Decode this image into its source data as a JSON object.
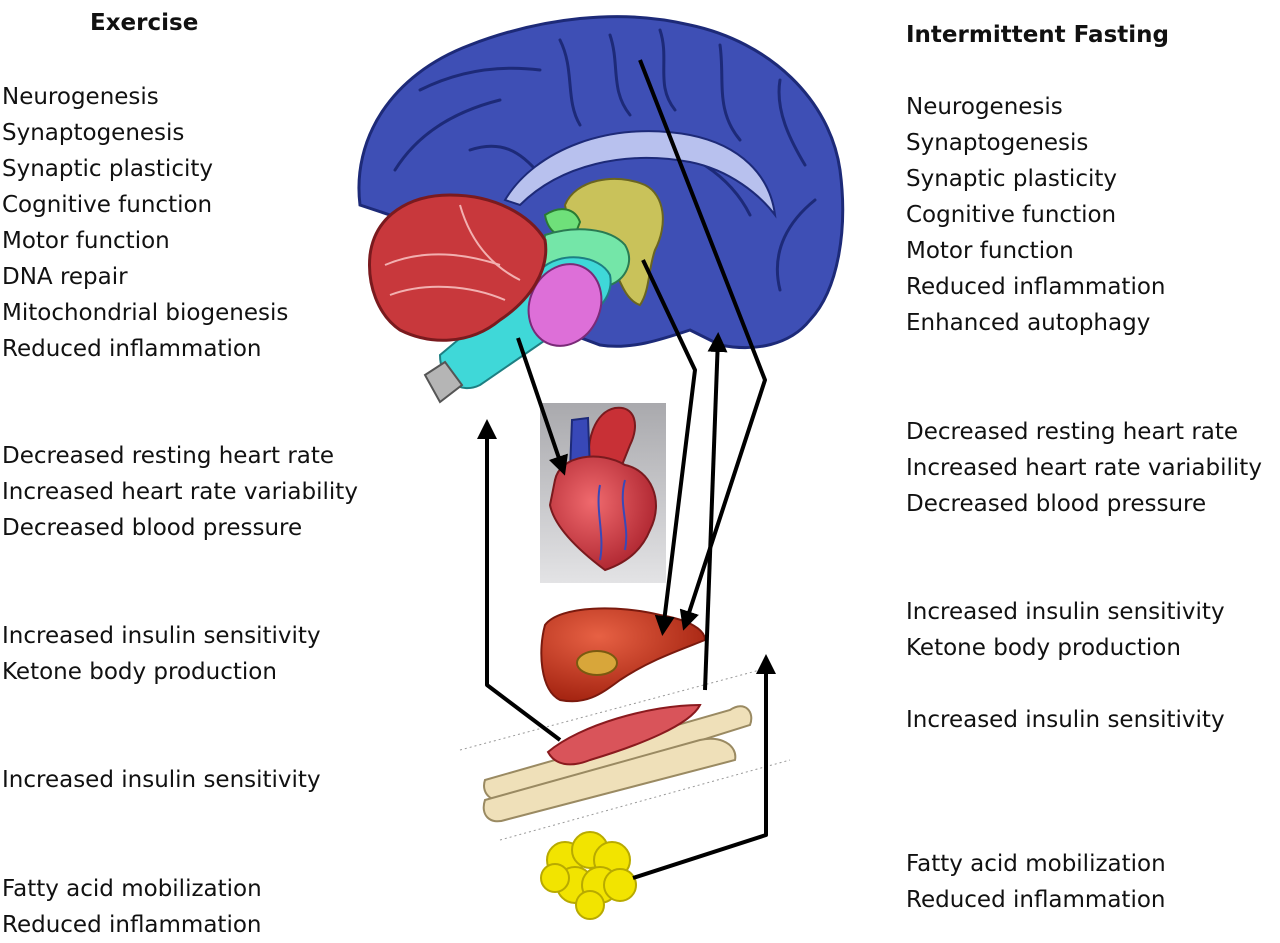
{
  "exercise": {
    "title": "Exercise",
    "brain": [
      "Neurogenesis",
      "Synaptogenesis",
      "Synaptic plasticity",
      "Cognitive function",
      "Motor function",
      "DNA repair",
      "Mitochondrial biogenesis",
      "Reduced inflammation"
    ],
    "heart": [
      "Decreased resting heart rate",
      "Increased heart rate variability",
      "Decreased blood pressure"
    ],
    "liver": [
      "Increased insulin sensitivity",
      "Ketone body production"
    ],
    "muscle": [
      "Increased insulin sensitivity"
    ],
    "fat": [
      "Fatty acid mobilization",
      "Reduced inflammation"
    ]
  },
  "fasting": {
    "title": "Intermittent Fasting",
    "brain": [
      "Neurogenesis",
      "Synaptogenesis",
      "Synaptic plasticity",
      "Cognitive function",
      "Motor function",
      "Reduced inflammation",
      "Enhanced autophagy"
    ],
    "heart": [
      "Decreased resting heart rate",
      "Increased heart rate variability",
      "Decreased blood pressure"
    ],
    "liver": [
      "Increased insulin sensitivity",
      "Ketone body production"
    ],
    "muscle": [
      "Increased insulin sensitivity"
    ],
    "fat": [
      "Fatty acid mobilization",
      "Reduced inflammation"
    ]
  },
  "colors": {
    "cerebrum": "#3e4fb5",
    "cerebellum": "#c8383c",
    "brainstem": "#3fd8d8",
    "thalamus": "#c9c25a",
    "pons": "#dd6fd8",
    "limbic": "#6fe07a",
    "heart": "#d9434b",
    "liver": "#c8351f",
    "muscle": "#d9545a",
    "fat": "#f2e400",
    "arrow": "#000000"
  }
}
